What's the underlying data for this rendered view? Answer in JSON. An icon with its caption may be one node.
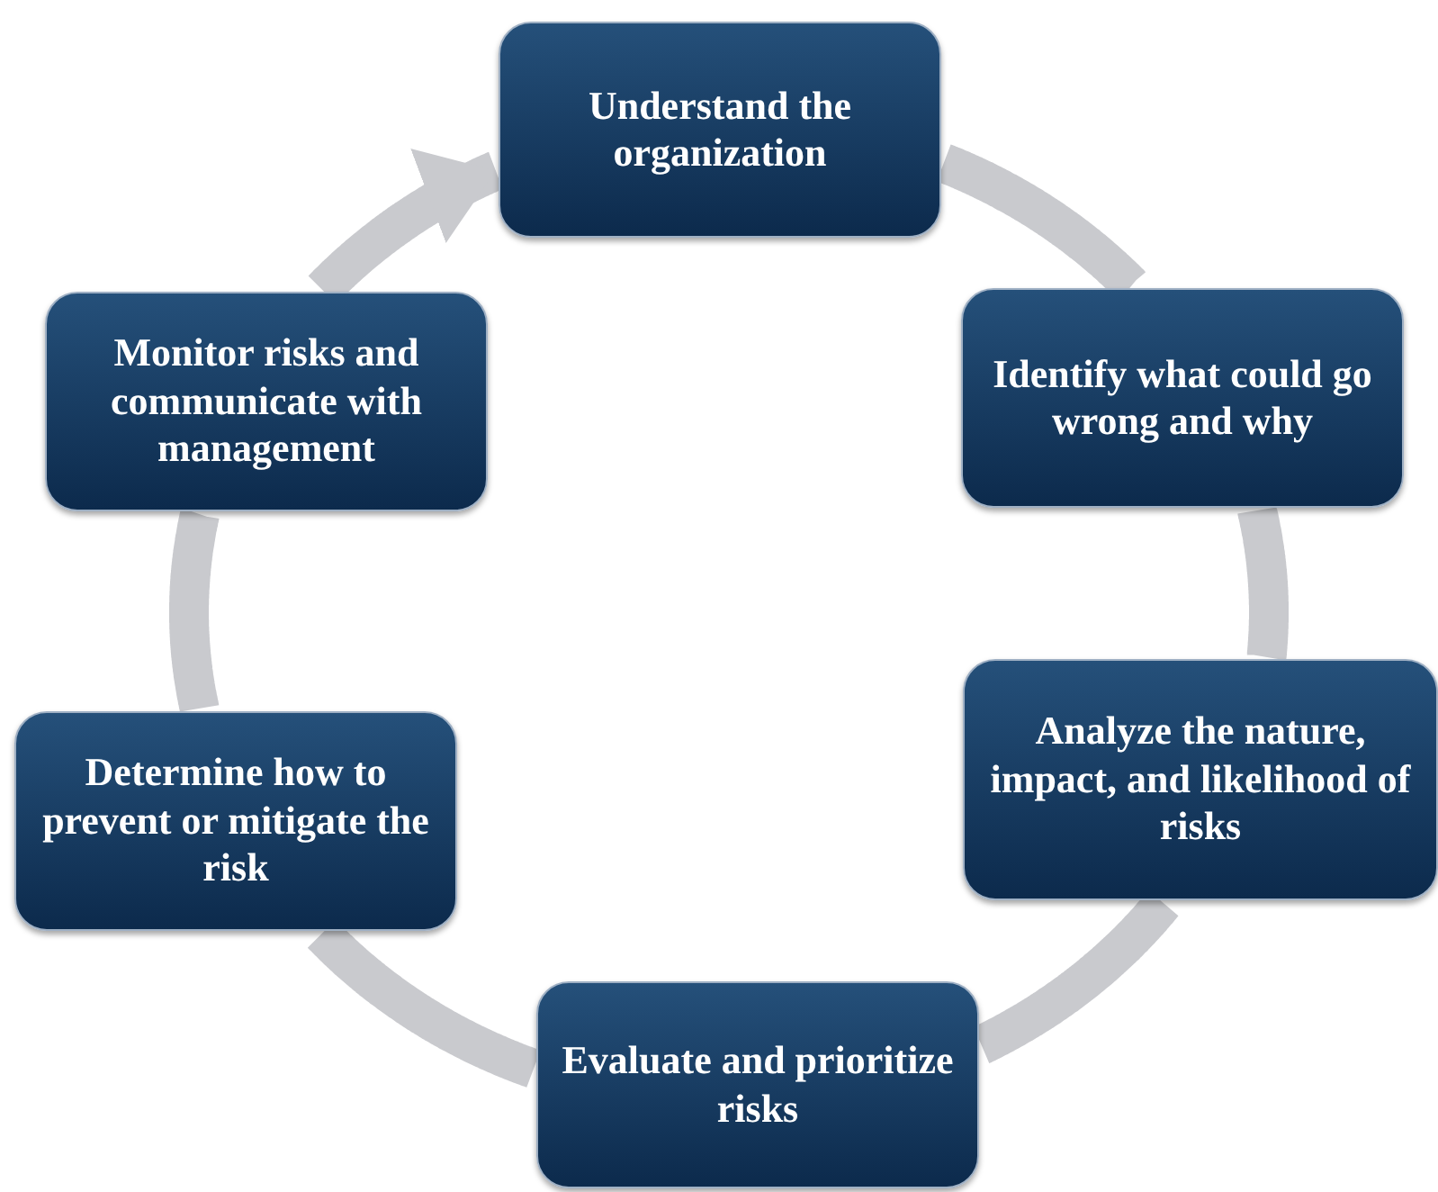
{
  "diagram": {
    "nodes": [
      {
        "text": [
          "Understand the organization"
        ]
      },
      {
        "text": [
          "Identify what could go wrong and why"
        ]
      },
      {
        "text": [
          "Analyze the nature, impact, and likelihood of risks"
        ]
      },
      {
        "text": [
          "Evaluate and prioritize risks"
        ]
      },
      {
        "text": [
          "Determine how to prevent or mitigate the risk"
        ]
      },
      {
        "text": [
          "Monitor risks and communicate with management"
        ]
      }
    ],
    "edges": [
      {
        "from": 0,
        "to": 1,
        "arrow": "none"
      },
      {
        "from": 1,
        "to": 2,
        "arrow": "none"
      },
      {
        "from": 2,
        "to": 3,
        "arrow": "none"
      },
      {
        "from": 3,
        "to": 4,
        "arrow": "none"
      },
      {
        "from": 4,
        "to": 5,
        "arrow": "none"
      },
      {
        "from": 5,
        "to": 0,
        "arrow": "to"
      }
    ]
  }
}
